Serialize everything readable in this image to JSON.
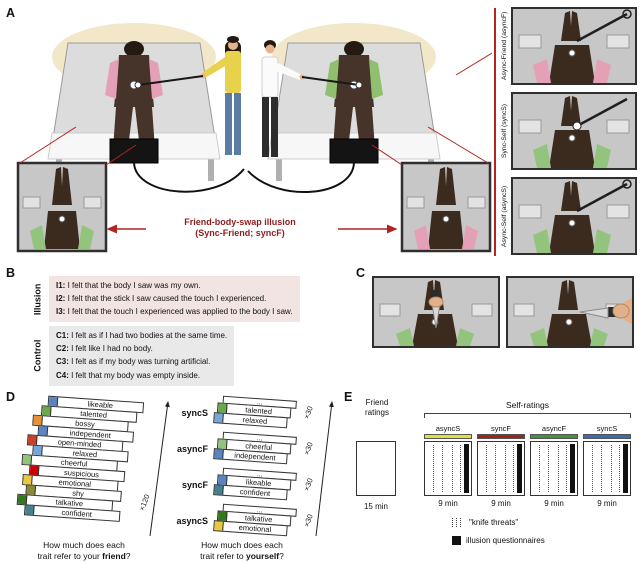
{
  "panels": {
    "a": {
      "label": "A",
      "caption_line1": "Friend-body-swap illusion",
      "caption_line2": "(Sync-Friend; syncF)",
      "accent_red": "#b42420",
      "side_panels": [
        {
          "label": "Async-Friend (asyncF)",
          "shirt": "#e4a0b5"
        },
        {
          "label": "Sync-Self (syncS)",
          "shirt": "#93c47d"
        },
        {
          "label": "Async-Self (asyncS)",
          "shirt": "#93c47d"
        }
      ]
    },
    "b": {
      "label": "B",
      "groups": [
        {
          "name": "Illusion",
          "bg": "#f2e4e2",
          "items": [
            {
              "id": "I1:",
              "text": "I felt that the body I saw was my own."
            },
            {
              "id": "I2:",
              "text": "I felt that the stick I saw caused the touch I experienced."
            },
            {
              "id": "I3:",
              "text": "I felt that the touch I experienced was applied to the body I saw."
            }
          ]
        },
        {
          "name": "Control",
          "bg": "#e9e9e9",
          "items": [
            {
              "id": "C1:",
              "text": "I felt as if I had two bodies at the same time."
            },
            {
              "id": "C2:",
              "text": "I felt like I had no body."
            },
            {
              "id": "C3:",
              "text": "I felt as if my body was turning artificial."
            },
            {
              "id": "C4:",
              "text": "I felt that my body was empty inside."
            }
          ]
        }
      ]
    },
    "c": {
      "label": "C"
    },
    "d": {
      "label": "D",
      "friend_stack": {
        "multiplier": "×120",
        "cards": [
          {
            "label": "likeable",
            "color": "#5b84c4"
          },
          {
            "label": "talented",
            "color": "#6aa84f"
          },
          {
            "label": "bossy",
            "color": "#e69138"
          },
          {
            "label": "independent",
            "color": "#5b84c4"
          },
          {
            "label": "open-minded",
            "color": "#cc4125"
          },
          {
            "label": "relaxed",
            "color": "#76a5d8"
          },
          {
            "label": "cheerful",
            "color": "#93c47d"
          },
          {
            "label": "suspicious",
            "color": "#cc0000"
          },
          {
            "label": "emotional",
            "color": "#e8c840"
          },
          {
            "label": "shy",
            "color": "#8a8a3a"
          },
          {
            "label": "talkative",
            "color": "#38761d"
          },
          {
            "label": "confident",
            "color": "#45818e"
          }
        ]
      },
      "friend_caption": {
        "line1": "How much does each",
        "pre": "trait refer to your ",
        "bold": "friend",
        "post": "?"
      },
      "self_stacks": [
        {
          "condition": "syncS",
          "ellipsis": "...",
          "multiplier": "×30",
          "cards": [
            {
              "label": "talented",
              "color": "#6aa84f"
            },
            {
              "label": "relaxed",
              "color": "#76a5d8"
            }
          ]
        },
        {
          "condition": "asyncF",
          "ellipsis": "...",
          "multiplier": "×30",
          "cards": [
            {
              "label": "cheerful",
              "color": "#93c47d"
            },
            {
              "label": "independent",
              "color": "#5b84c4"
            }
          ]
        },
        {
          "condition": "syncF",
          "ellipsis": "...",
          "multiplier": "×30",
          "cards": [
            {
              "label": "likeable",
              "color": "#5b84c4"
            },
            {
              "label": "confident",
              "color": "#45818e"
            }
          ]
        },
        {
          "condition": "asyncS",
          "ellipsis": "...",
          "multiplier": "×30",
          "cards": [
            {
              "label": "talkative",
              "color": "#38761d"
            },
            {
              "label": "emotional",
              "color": "#e8c840"
            }
          ]
        }
      ],
      "self_caption": {
        "line1": "How much does each",
        "pre": "trait refer to ",
        "bold": "yourself",
        "post": "?"
      }
    },
    "e": {
      "label": "E",
      "friend_ratings_line1": "Friend",
      "friend_ratings_line2": "ratings",
      "self_ratings_label": "Self-ratings",
      "baseline_duration": "15 min",
      "conditions": [
        {
          "name": "asyncS",
          "color": "#e3df3e",
          "duration": "9 min"
        },
        {
          "name": "syncF",
          "color": "#a3231c",
          "duration": "9 min"
        },
        {
          "name": "asyncF",
          "color": "#44913e",
          "duration": "9 min"
        },
        {
          "name": "syncS",
          "color": "#3a6cb4",
          "duration": "9 min"
        }
      ],
      "legend": {
        "knife_label": "\"knife threats\"",
        "questionnaire_label": "illusion questionnaires"
      }
    }
  }
}
